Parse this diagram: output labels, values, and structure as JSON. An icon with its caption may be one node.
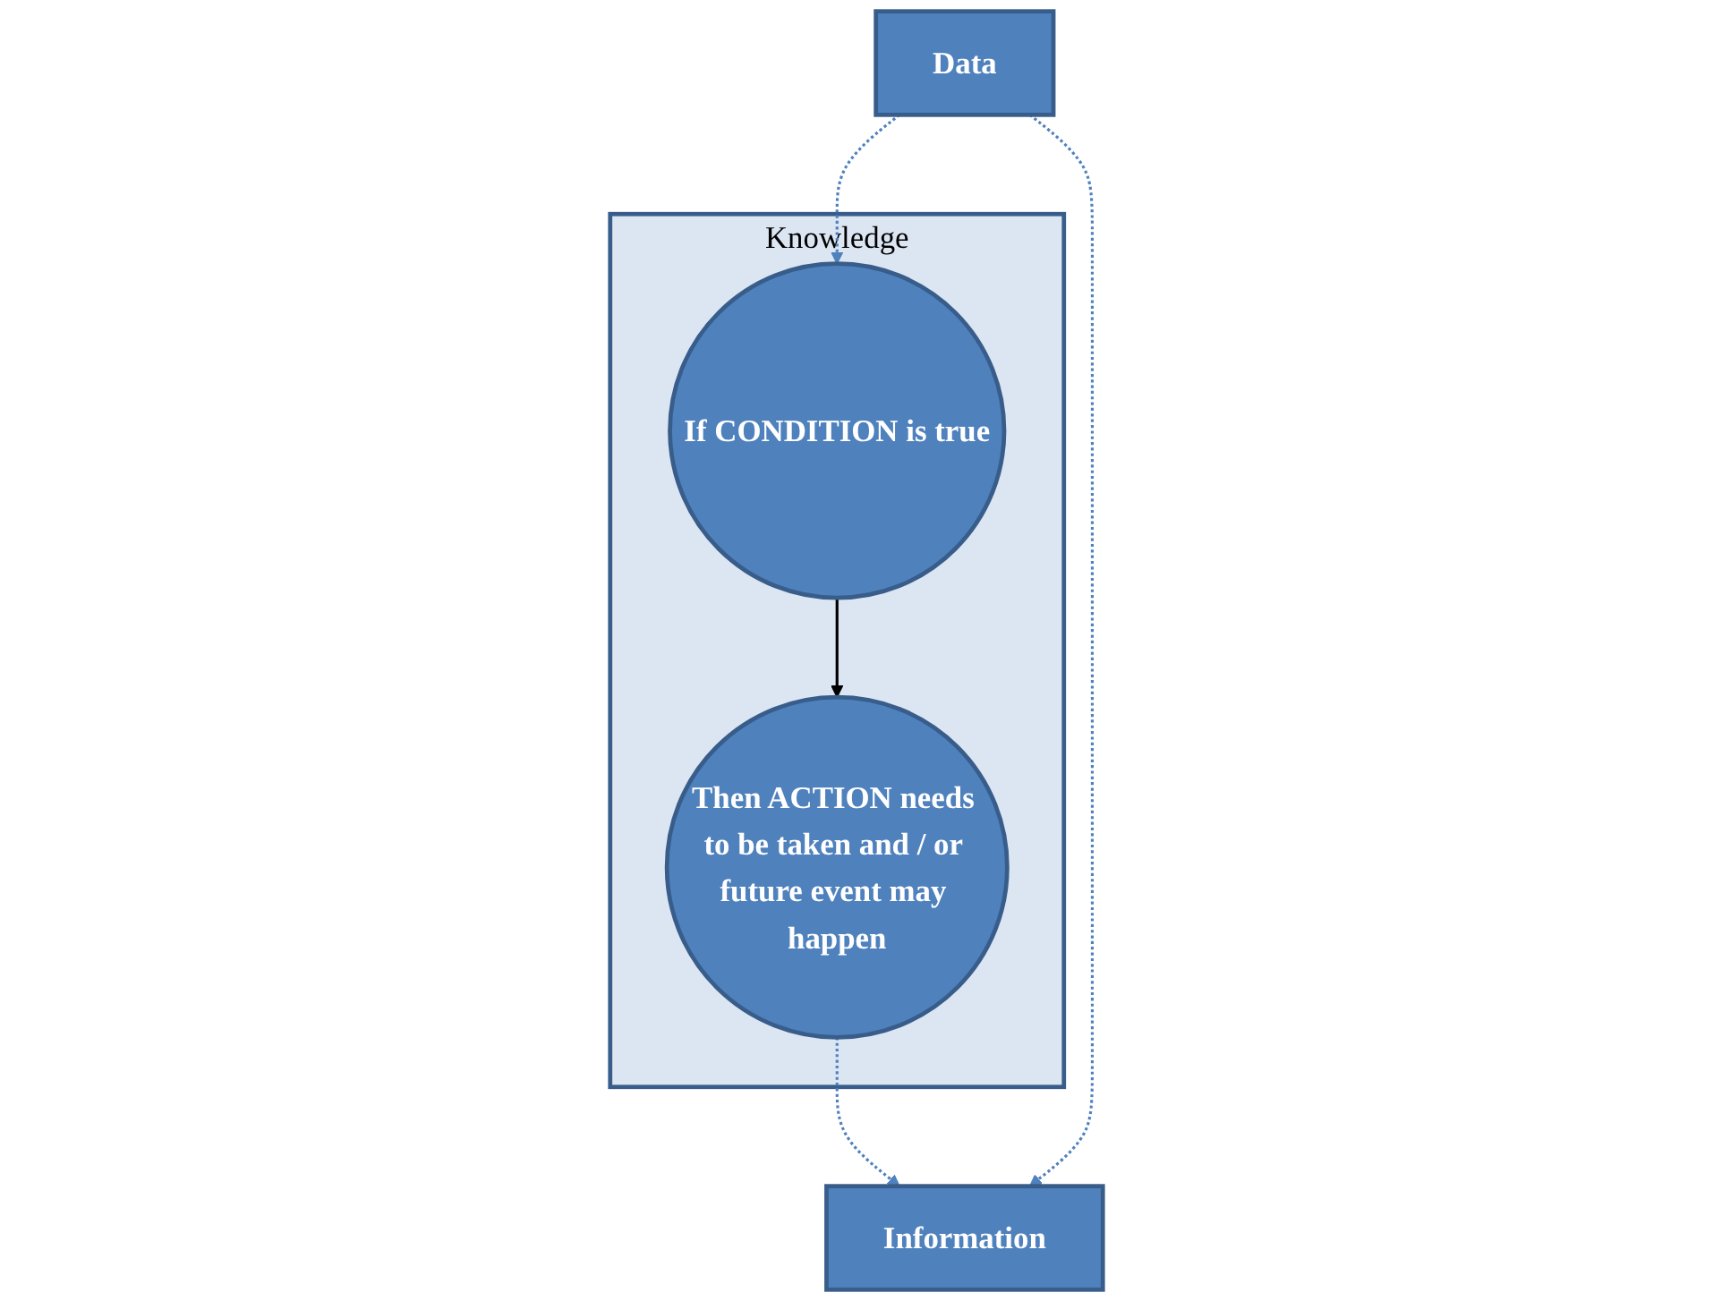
{
  "diagram": {
    "nodes": [
      {
        "text": [
          "Knowledge"
        ]
      },
      {
        "text": [
          "If CONDITION is true"
        ],
        "in": 0
      },
      {
        "text": [
          "Then ACTION needs to be taken and / or future event may happen"
        ],
        "in": 0
      },
      {
        "text": [
          "Data"
        ]
      },
      {
        "text": [
          "Information"
        ]
      }
    ],
    "edges": [
      {
        "from": 1,
        "to": 2,
        "arrow": "to",
        "color": "#000000"
      },
      {
        "from": 3,
        "to": 1,
        "arrow": "to",
        "style": "dashed"
      },
      {
        "from": 2,
        "to": 4,
        "arrow": "to",
        "style": "dashed"
      },
      {
        "from": 3,
        "to": 4,
        "arrow": "to",
        "style": "dashed"
      }
    ]
  }
}
